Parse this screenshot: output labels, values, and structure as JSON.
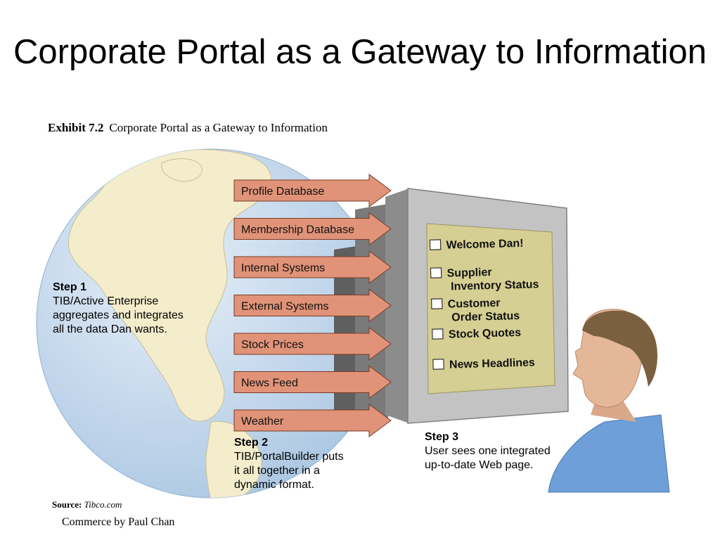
{
  "title": "Corporate Portal as a Gateway to Information",
  "exhibit": {
    "label": "Exhibit 7.2",
    "caption": "Corporate Portal as a Gateway to Information"
  },
  "sources": [
    "Profile Database",
    "Membership Database",
    "Internal Systems",
    "External Systems",
    "Stock Prices",
    "News Feed",
    "Weather"
  ],
  "screen_items": [
    "Welcome Dan!",
    "Supplier Inventory Status",
    "Customer Order Status",
    "Stock Quotes",
    "News Headlines"
  ],
  "steps": {
    "step1": {
      "heading": "Step 1",
      "lines": [
        "TIB/Active Enterprise",
        "aggregates and integrates",
        "all the data Dan wants."
      ]
    },
    "step2": {
      "heading": "Step 2",
      "lines": [
        "TIB/PortalBuilder puts",
        "it all together in a",
        "dynamic format."
      ]
    },
    "step3": {
      "heading": "Step 3",
      "lines": [
        "User sees one integrated",
        "up-to-date Web page."
      ]
    }
  },
  "source_note": {
    "label": "Source:",
    "value": "Tibco.com"
  },
  "footer": "Commerce by Paul Chan",
  "colors": {
    "arrow_fill": "#e09378",
    "screen_fill": "#d6cf93",
    "monitor_fill": "#bdbdbd",
    "globe_fill": "#c2d7ea",
    "land_fill": "#f3edcc"
  }
}
